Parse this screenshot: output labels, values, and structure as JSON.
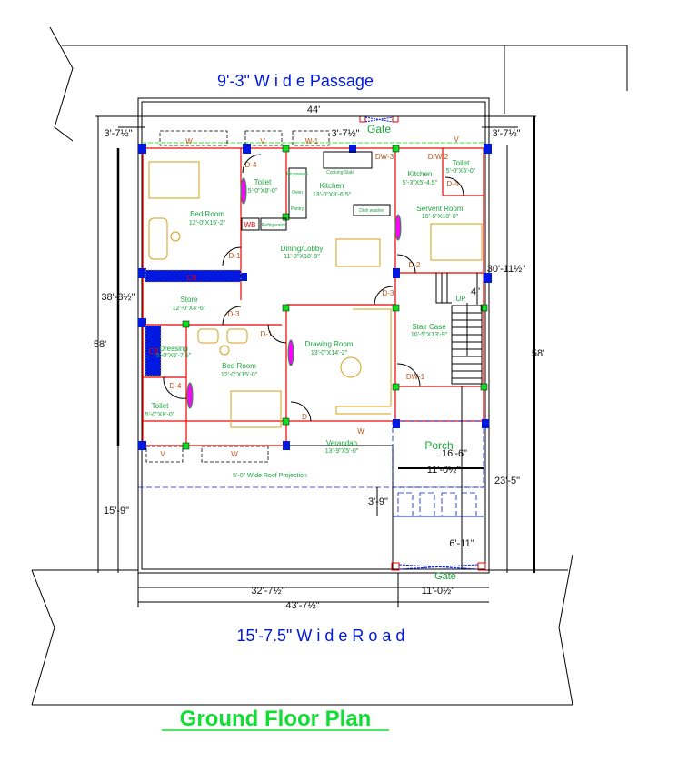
{
  "title": "Ground Floor Plan",
  "passage_label": "9'-3\" W i d e  Passage",
  "road_label": "15'-7.5\" W i d e  R o a d",
  "roof_projection": "5'-0\" Wide Roof Projection",
  "gates": {
    "top": "Gate",
    "bottom": "Gate"
  },
  "rooms": [
    {
      "name": "Bed Room",
      "size": "12'-0\"X15'-2\""
    },
    {
      "name": "Toilet",
      "size": "5'-0\"X8'-0\""
    },
    {
      "name": "Kitchen",
      "size": "13'-0\"X8'-6.5\""
    },
    {
      "name": "Dining/Lobby",
      "size": "11'-3\"X18'-9\""
    },
    {
      "name": "Kitchen",
      "size": "5'-3\"X5'-4.5\""
    },
    {
      "name": "Toilet",
      "size": "5'-0\"X5'-0\""
    },
    {
      "name": "Servent Room",
      "size": "10'-6\"X10'-0\""
    },
    {
      "name": "Store",
      "size": "12'-0\"X4'-6\""
    },
    {
      "name": "Dressing",
      "size": "5'-0\"X6'-7.5\""
    },
    {
      "name": "Bed Room",
      "size": "12'-0\"X15'-0\""
    },
    {
      "name": "Toilet",
      "size": "5'-0\"X8'-0\""
    },
    {
      "name": "Drawing Room",
      "size": "13'-0\"X14'-2\""
    },
    {
      "name": "Stair Case",
      "size": "10'-5\"X13'-9\""
    },
    {
      "name": "Verandah",
      "size": "13'-9\"X5'-0\""
    },
    {
      "name": "Porch"
    }
  ],
  "doors": [
    "D-4",
    "D-1",
    "D-3",
    "D-1",
    "D-4",
    "D",
    "D-3",
    "D-2",
    "D-4",
    "DW-3",
    "D/W-2",
    "DW-1"
  ],
  "windows": [
    "W",
    "V",
    "W-1",
    "V",
    "W",
    "V",
    "W"
  ],
  "fixtures": {
    "cooking_slab": "Cooking Slab",
    "oven": "Oven",
    "pantry": "Pantry",
    "dish_washer": "Dish washer",
    "refrigerator": "Refrigerator",
    "wb": "WB",
    "cb1": "CB",
    "cb2": "CB",
    "microwave": "Microwave",
    "up": "UP"
  },
  "dimensions": {
    "top_width": "44'",
    "left_setback": "3'-7½\"",
    "mid_setback": "3'-7½\"",
    "right_setback": "3'-7½\"",
    "left_building": "38'-8½\"",
    "left_total": "58'",
    "right_total": "58'",
    "right_building": "30'-11½\"",
    "stair_gap": "4\"",
    "porch_depth": "16'-6\"",
    "porch_width": "11'-0½\"",
    "right_front": "23'-5\"",
    "step": "3'-9\"",
    "gate_depth": "6'-11\"",
    "left_front": "15'-9\"",
    "bottom_left": "32'-7½\"",
    "bottom_right": "11'-0½\"",
    "bottom_total": "43'-7½\""
  }
}
